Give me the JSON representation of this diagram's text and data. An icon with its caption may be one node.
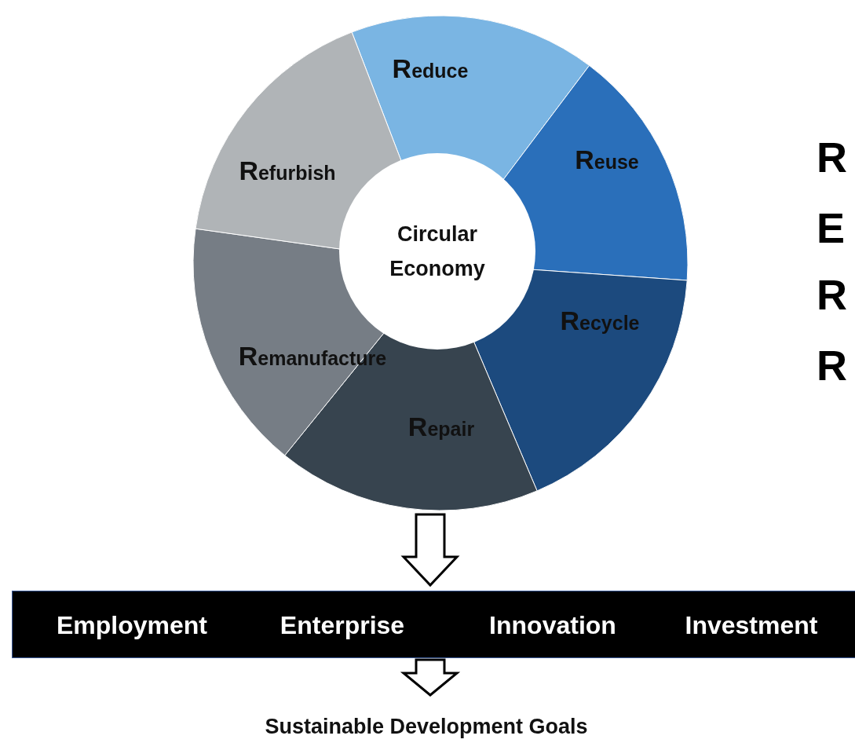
{
  "diagram": {
    "nodes": [
      {
        "text": [],
        "shape": "circle"
      },
      {
        "text": [
          "Reduce"
        ],
        "in": 0
      },
      {
        "text": [
          "Reuse"
        ],
        "in": 0
      },
      {
        "text": [
          "Recycle"
        ],
        "in": 0
      },
      {
        "text": [
          "Repair"
        ],
        "in": 0
      },
      {
        "text": [
          "Remanufacture"
        ],
        "in": 0
      },
      {
        "text": [
          "Refurbish"
        ],
        "in": 0
      },
      {
        "text": [
          "Circular Economy"
        ],
        "in": 0
      },
      {
        "text": [
          "Employment",
          "Enterprise",
          "Innovation",
          "Investment"
        ]
      },
      {
        "text": [
          "Sustainable Development Goals"
        ]
      }
    ],
    "edges": [
      {
        "from": 0,
        "to": 8,
        "arrow": "to"
      },
      {
        "from": 8,
        "to": 9,
        "arrow": "to"
      }
    ],
    "labels": [
      "R",
      "E",
      "R",
      "R"
    ]
  }
}
